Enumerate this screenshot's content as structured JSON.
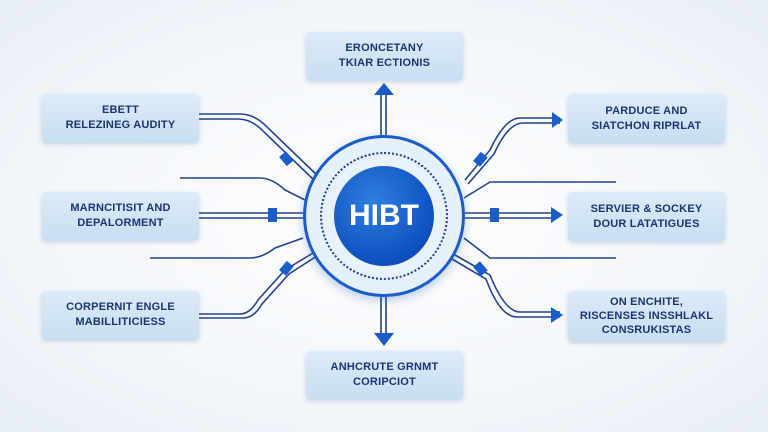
{
  "hub": {
    "label": "HIBT"
  },
  "nodes": {
    "top": {
      "lines": [
        "ERONCETANY",
        "TKIAR ECTIONIS"
      ]
    },
    "left_top": {
      "lines": [
        "EBETT",
        "RELEZINEG AUDITY"
      ]
    },
    "left_middle": {
      "lines": [
        "MARNCITISIT AND",
        "DEPALORMENT"
      ]
    },
    "left_bottom": {
      "lines": [
        "CORPERNIT ENGLE",
        "MABILLITICIESS"
      ]
    },
    "bottom": {
      "lines": [
        "ANHCRUTE GRNMT",
        "CORIPCIOT"
      ]
    },
    "right_top": {
      "lines": [
        "PARDUCE AND",
        "SIATCHON RIPRLAT"
      ]
    },
    "right_middle": {
      "lines": [
        "SERVIER & SOCKEY",
        "DOUR LATATIGUES"
      ]
    },
    "right_bottom": {
      "lines": [
        "ON ENCHITE,",
        "RISCENSES INSSHLAKL",
        "CONSRUKISTAS"
      ]
    }
  },
  "colors": {
    "accent": "#1a5cc8",
    "line": "#1c3f8c",
    "box": "#d3e5f6",
    "text": "#1c3470"
  }
}
